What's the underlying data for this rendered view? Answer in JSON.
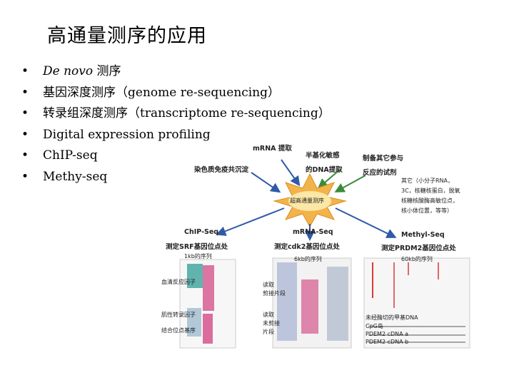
{
  "slide": {
    "title": "高通量测序的应用",
    "bullet_glyph": "•",
    "bullets": [
      {
        "italic": "De novo",
        "rest": " 测序"
      },
      {
        "italic": "",
        "rest": "基因深度测序（genome re-sequencing）"
      },
      {
        "italic": "",
        "rest": "转录组深度测序（transcriptome re-sequencing）"
      },
      {
        "italic": "",
        "rest": "Digital expression profiling"
      },
      {
        "italic": "",
        "rest": "ChIP-seq"
      },
      {
        "italic": "",
        "rest": "Methy-seq"
      }
    ]
  },
  "figure": {
    "center": "超高通量测序",
    "mrna": "mRNA 提取",
    "semi": "半基化敏感",
    "dna": "的DNA提取",
    "chrom": "染色质免疫共沉淀",
    "prep1": "制备其它参与",
    "prep2": "反应的试剂",
    "other": [
      "其它（小分子RNA，",
      "3C，核糖核蛋白，脱氧",
      "核糖核酸酶高敏位点，",
      "核小体位置，等等）"
    ],
    "chip_title": "ChIP-Seq",
    "chip_sub": "测定SRF基因位点处",
    "chip_scale": "1kb的序列",
    "chip_l1": "血清反应因子",
    "chip_l2": "肌性转录因子",
    "chip_l3": "结合位点基序",
    "mrna_title": "mRNA-Seq",
    "mrna_sub": "测定cdk2基因位点处",
    "mrna_scale": "6kb的序列",
    "mrna_l1": [
      "读取",
      "剪接片段"
    ],
    "mrna_l2": [
      "读取",
      "未剪接",
      "片段"
    ],
    "methyl_title": "Methyl-Seq",
    "methyl_sub": "测定PRDM2基因位点处",
    "methyl_scale": "60kb的序列",
    "methyl_l1": "未经酶切的甲基DNA",
    "methyl_l2": "CpG岛",
    "methyl_l3": "PDEM2 cDNA a",
    "methyl_l4": "PDEM2 cDNA b",
    "colors": {
      "burst": "#f2b34a",
      "burst_core": "#fbe7a6",
      "arrow_blue": "#2f5aa8",
      "arrow_green": "#3a8a3a",
      "trace_pink": "#d24a86",
      "trace_teal": "#2f9c96",
      "trace_red": "#d63a3a"
    }
  }
}
